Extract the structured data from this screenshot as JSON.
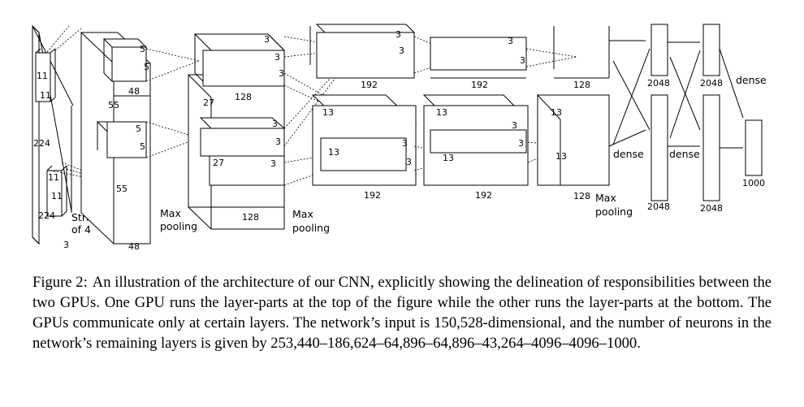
{
  "diagram": {
    "input": {
      "size_a": "224",
      "size_b": "224",
      "depth": "3",
      "k_a": "11",
      "k_b": "11",
      "k_c": "11",
      "k_d": "11",
      "stride_a": "Stride",
      "stride_b": "of 4"
    },
    "conv1": {
      "k1": "5",
      "k2": "5",
      "k3": "5",
      "k4": "5",
      "size": "55",
      "size2": "55",
      "depth": "48",
      "depth2": "48"
    },
    "conv2": {
      "k1": "3",
      "k2": "3",
      "k3": "3",
      "k4": "3",
      "k5": "3",
      "k6": "3",
      "size": "27",
      "size2": "27",
      "depth": "128",
      "depth2": "128",
      "pool_a": "Max",
      "pool_b": "pooling"
    },
    "conv3": {
      "k1": "3",
      "k2": "3",
      "k3": "3",
      "k4": "3",
      "size": "13",
      "size2": "13",
      "depth": "192",
      "depth2": "192",
      "pool_a": "Max",
      "pool_b": "pooling"
    },
    "conv4": {
      "k1": "3",
      "k2": "3",
      "k3": "3",
      "k4": "3",
      "size": "13",
      "size2": "13",
      "depth": "192",
      "depth2": "192"
    },
    "conv5": {
      "size": "13",
      "size2": "13",
      "depth": "128",
      "depth2": "128",
      "pool_a": "Max",
      "pool_b": "pooling"
    },
    "fc": {
      "d1": "2048",
      "d2": "2048",
      "d3": "2048",
      "d4": "2048",
      "dense1": "dense",
      "dense2": "dense",
      "dense3": "dense",
      "out": "1000"
    }
  },
  "caption": {
    "label": "Figure 2:",
    "text": "An illustration of the architecture of our CNN, explicitly showing the delineation of responsibilities between the two GPUs. One GPU runs the layer-parts at the top of the figure while the other runs the layer-parts at the bottom. The GPUs communicate only at certain layers. The network’s input is 150,528-dimensional, and the number of neurons in the network’s remaining layers is given by 253,440–186,624–64,896–64,896–43,264–4096–4096–1000."
  }
}
